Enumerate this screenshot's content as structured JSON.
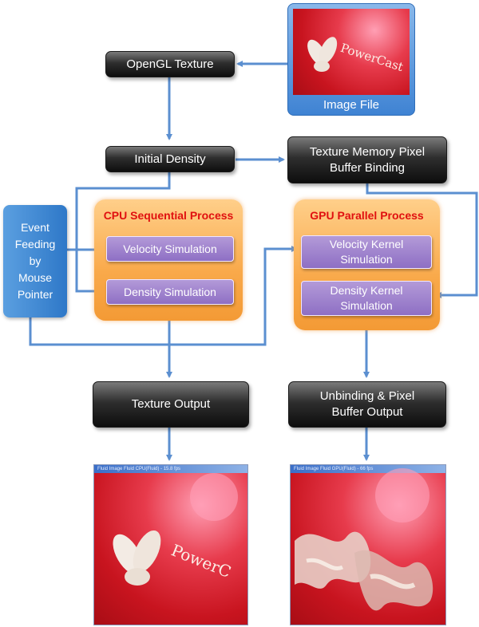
{
  "nodes": {
    "opengl_texture": "OpenGL Texture",
    "image_file": "Image File",
    "initial_density": "Initial Density",
    "texture_memory": [
      "Texture Memory Pixel",
      "Buffer Binding"
    ],
    "cpu_title": "CPU Sequential Process",
    "gpu_title": "GPU Parallel Process",
    "velocity_simulation": "Velocity Simulation",
    "density_simulation": "Density Simulation",
    "velocity_kernel": [
      "Velocity Kernel",
      "Simulation"
    ],
    "density_kernel": [
      "Density Kernel",
      "Simulation"
    ],
    "event_feeding": [
      "Event",
      "Feeding",
      "by",
      "Mouse",
      "Pointer"
    ],
    "texture_output": "Texture Output",
    "unbinding": [
      "Unbinding & Pixel",
      "Buffer Output"
    ]
  },
  "photos": {
    "image_text": "PowerCast",
    "left_window_title": "Fluid Image Fluid CPU(Fluid) - 15.8 fps",
    "right_window_title": "Fluid Image Fluid GPU(Fluid) - 66 fps"
  },
  "colors": {
    "arrow": "#5b8fd0",
    "cpu_gpu_title": "#e01010",
    "panel_orange": "#f9a94a",
    "sim_purple": "#8e6fc4",
    "dark_node": "#1a1a1a",
    "event_blue": "#3d86d3"
  }
}
